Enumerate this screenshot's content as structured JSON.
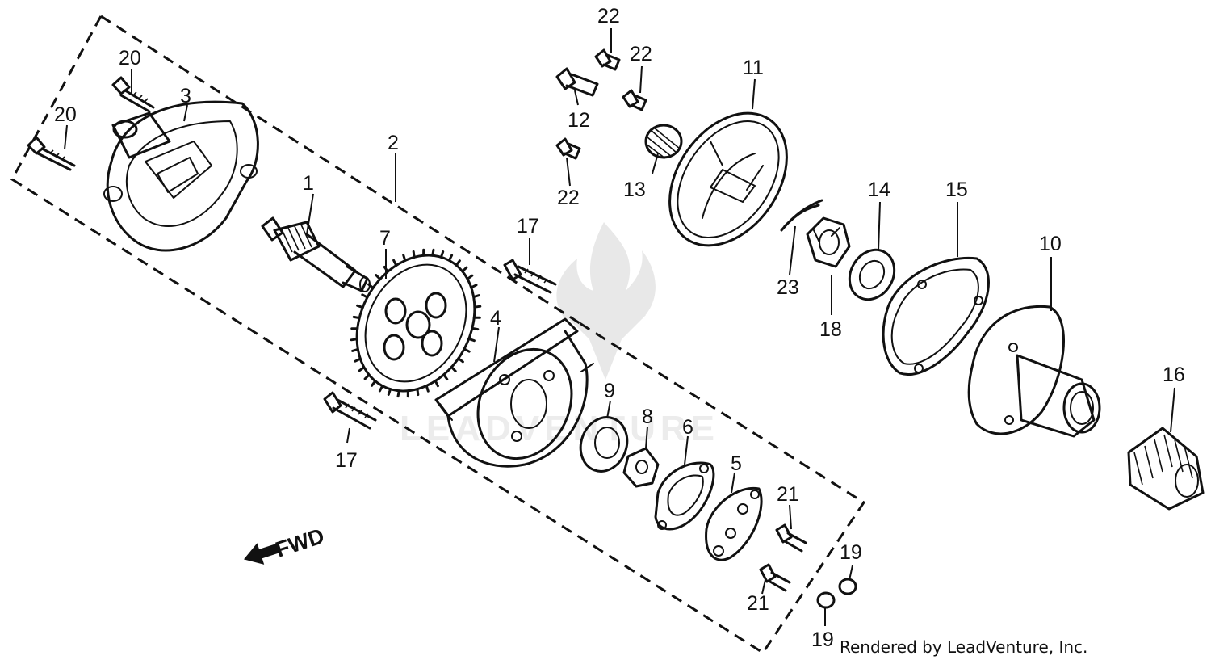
{
  "diagram": {
    "callouts": [
      {
        "id": "c1",
        "text": "1"
      },
      {
        "id": "c2",
        "text": "2"
      },
      {
        "id": "c3",
        "text": "3"
      },
      {
        "id": "c4",
        "text": "4"
      },
      {
        "id": "c5",
        "text": "5"
      },
      {
        "id": "c6",
        "text": "6"
      },
      {
        "id": "c7",
        "text": "7"
      },
      {
        "id": "c8",
        "text": "8"
      },
      {
        "id": "c9",
        "text": "9"
      },
      {
        "id": "c10",
        "text": "10"
      },
      {
        "id": "c11",
        "text": "11"
      },
      {
        "id": "c12",
        "text": "12"
      },
      {
        "id": "c13",
        "text": "13"
      },
      {
        "id": "c14",
        "text": "14"
      },
      {
        "id": "c15",
        "text": "15"
      },
      {
        "id": "c16",
        "text": "16"
      },
      {
        "id": "c17a",
        "text": "17"
      },
      {
        "id": "c17b",
        "text": "17"
      },
      {
        "id": "c18",
        "text": "18"
      },
      {
        "id": "c19a",
        "text": "19"
      },
      {
        "id": "c19b",
        "text": "19"
      },
      {
        "id": "c20a",
        "text": "20"
      },
      {
        "id": "c20b",
        "text": "20"
      },
      {
        "id": "c21a",
        "text": "21"
      },
      {
        "id": "c21b",
        "text": "21"
      },
      {
        "id": "c22a",
        "text": "22"
      },
      {
        "id": "c22b",
        "text": "22"
      },
      {
        "id": "c22c",
        "text": "22"
      },
      {
        "id": "c23",
        "text": "23"
      }
    ],
    "direction_label": "FWD",
    "direction_icon": "arrow-left-icon",
    "credit": "Rendered by LeadVenture, Inc.",
    "watermark": "LEADVENTURE",
    "colors": {
      "ink": "#111111",
      "background": "#ffffff",
      "watermark": "#e8e8e8"
    }
  }
}
